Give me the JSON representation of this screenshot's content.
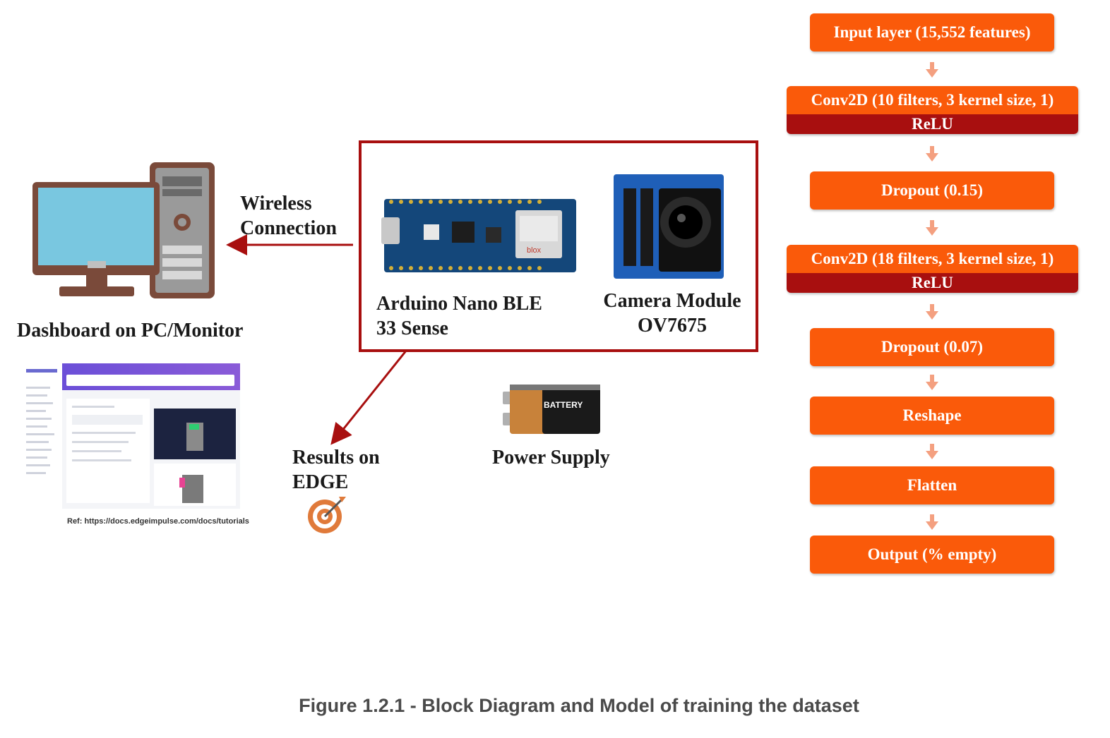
{
  "labels": {
    "wireless": "Wireless\nConnection",
    "wireless_line1": "Wireless",
    "wireless_line2": "Connection",
    "dashboard": "Dashboard on PC/Monitor",
    "arduino_line1": "Arduino Nano BLE",
    "arduino_line2": "33 Sense",
    "camera_line1": "Camera Module",
    "camera_line2": "OV7675",
    "results_line1": "Results on",
    "results_line2": "EDGE",
    "power": "Power Supply",
    "battery": "BATTERY",
    "ref": "Ref: https://docs.edgeimpulse.com/docs/tutorials"
  },
  "layers": [
    {
      "title": "Input layer (15,552 features)"
    },
    {
      "title": "Conv2D (10 filters, 3 kernel size, 1)",
      "activation": "ReLU"
    },
    {
      "title": "Dropout (0.15)"
    },
    {
      "title": "Conv2D (18 filters, 3 kernel size, 1)",
      "activation": "ReLU"
    },
    {
      "title": "Dropout (0.07)"
    },
    {
      "title": "Reshape"
    },
    {
      "title": "Flatten"
    },
    {
      "title": "Output (% empty)"
    }
  ],
  "caption": "Figure 1.2.1 - Block Diagram and Model of training the dataset",
  "colors": {
    "layer": "#fa5a0a",
    "activation": "#a80f0f",
    "arrow": "#a80f0f",
    "flow_arrow": "#f4a080"
  },
  "icons": {
    "pc": "desktop-computer-icon",
    "target": "target-icon",
    "battery": "battery-icon",
    "board": "arduino-board-icon",
    "camera": "camera-module-icon"
  }
}
